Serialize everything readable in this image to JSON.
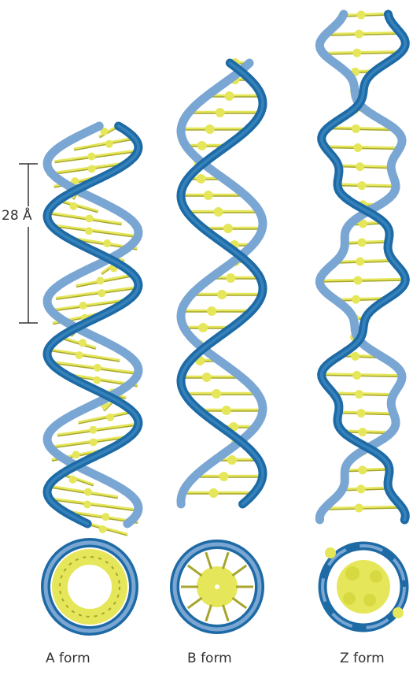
{
  "scale_bar": {
    "label": "28 Å"
  },
  "forms": [
    {
      "id": "a",
      "label": "A form"
    },
    {
      "id": "b",
      "label": "B form"
    },
    {
      "id": "z",
      "label": "Z form"
    }
  ],
  "colors": {
    "strand_dark": "#1d6aa5",
    "strand_light": "#7aa6d3",
    "base": "#e6e65a",
    "base_dark": "#a6a62e",
    "scale_line": "#333333"
  }
}
